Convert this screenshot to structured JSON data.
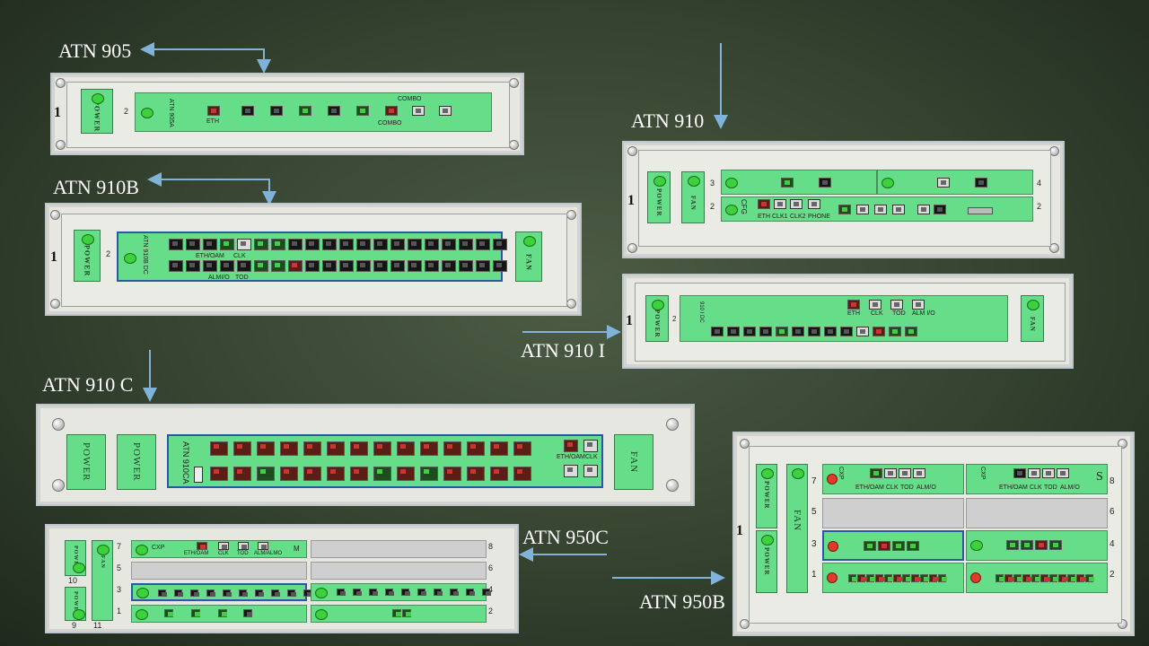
{
  "labels": {
    "atn905": "ATN 905",
    "atn910": "ATN 910",
    "atn910b": "ATN 910B",
    "atn910i": "ATN 910 I",
    "atn910c": "ATN 910 C",
    "atn950c": "ATN 950C",
    "atn950b": "ATN 950B"
  },
  "common": {
    "power": "POWER",
    "fan": "FAN",
    "eth": "ETH",
    "clk": "CLK",
    "tod": "TOD",
    "combo": "COMBO",
    "phone": "PHONE",
    "clk1": "CLK1",
    "clk2": "CLK2",
    "alm_io": "ALM I/O",
    "eth_oam": "ETH/OAM",
    "almio": "ALMI/O",
    "almi_o": "ALM/IO",
    "cxp": "CXP",
    "cfg": "CFG"
  },
  "atn905": {
    "chassis_num": "1",
    "slot": "2",
    "board": "ATN 905A"
  },
  "atn910": {
    "chassis_num": "1",
    "slot3": "3",
    "slot4": "4",
    "slot2": "2",
    "slot2r": "2"
  },
  "atn910b": {
    "chassis_num": "1",
    "slot": "2",
    "board": "ATN 910B DC"
  },
  "atn910i": {
    "chassis_num": "1",
    "slot": "2",
    "board": "910 I DC"
  },
  "atn910c": {
    "board": "ATN 910CA"
  },
  "atn950c": {
    "s7": "7",
    "s5": "5",
    "s3": "3",
    "s1": "1",
    "s8": "8",
    "s6": "6",
    "s4": "4",
    "s2": "2",
    "s10": "10",
    "s9": "9",
    "s11": "11",
    "m": "M",
    "clk": "CLK",
    "tod": "TOD",
    "almio": "ALM/ALMO"
  },
  "atn950b": {
    "chassis_num": "1",
    "s7": "7",
    "s5": "5",
    "s3": "3",
    "s1": "1",
    "s8": "8",
    "s6": "6",
    "s4": "4",
    "s2": "2",
    "s": "S",
    "clk": "CLK",
    "tod": "TOD",
    "almio": "ALM/O"
  },
  "colors": {
    "board_green": "#66dd88",
    "arrow_blue": "#7fb3d9",
    "led_green": "#3bd23b",
    "led_red": "#e03a2a"
  }
}
